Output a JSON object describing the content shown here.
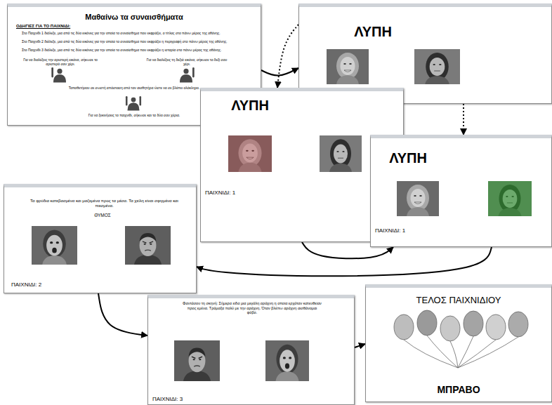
{
  "diagram": {
    "nodes": [
      {
        "text": [
          "Μαθαίνω τα συναισθήματα",
          "ΟΔΗΓΙΕΣ ΓΙΑ ΤΟ ΠΑΙΧΝΙΔΙ:",
          "Στο Παιχνίδι 1 διάλεξε, μια από τις δύο εικόνες για την οποία το συναίσθημα που εκφράζει, ο τίτλος στο πάνω μέρος της οθόνης.",
          "Στο Παιχνίδι 2 διάλεξε, μια από τις δύο εικόνες για την οποία το συναίσθημα που εκφράζει η περιγραφή στο πάνω μέρος της οθόνης.",
          "Στο Παιχνίδι 3 διάλεξε, μια από τις δύο εικόνες για την οποία το συναίσθημα που εκφράζει η ιστορία στο πάνω μέρος της οθόνης.",
          "Για να διαλέξεις την αριστερή εικόνα, σήκωσε το αριστερό σου χέρι.",
          "Για να διαλέξεις τη δεξιά εικόνα, σήκωσε το δεξί σου χέρι.",
          "Τοποθετήσου σε σωστή απόσταση από τον αισθητήρα ώστε να σε βλέπει ολόκληρο.",
          "Για να ξεκινήσεις το παιχνίδι, σήκωσε και τα δύο σου χέρια."
        ]
      },
      {
        "text": [
          "ΛΥΠΗ"
        ]
      },
      {
        "text": [
          "ΛΥΠΗ",
          "ΠΑΙΧΝΙΔΙ: 1"
        ]
      },
      {
        "text": [
          "ΛΥΠΗ",
          "ΠΑΙΧΝΙΔΙ: 1"
        ]
      },
      {
        "text": [
          "Τα φρύδια κατεβασμένα και μαζεμένα προς τα μέσα. Τα χείλη είναι σφιγμένα και πιεσμένα.",
          "ΘΥΜΟΣ",
          "ΠΑΙΧΝΙΔΙ: 2"
        ]
      },
      {
        "text": [
          "Φαντάσου τη σκηνή: Σήμερα είδα μια μεγάλη αράχνη η οποία ερχόταν κατευθείαν προς εμένα. Τρόμαξα πολύ με την αράχνη. Όταν βλέπω αράχνη αισθάνομαι φόβο.",
          "ΠΑΙΧΝΙΔΙ: 3"
        ]
      },
      {
        "text": [
          "ΤΕΛΟΣ ΠΑΙΧΝΙΔΙΟΥ",
          "ΜΠΡΑΒΟ"
        ]
      }
    ],
    "edges": [
      {
        "from": 0,
        "to": 1,
        "arrow": "to"
      },
      {
        "from": 1,
        "to": 2,
        "arrow": "to"
      },
      {
        "from": 1,
        "to": 3,
        "arrow": "to"
      },
      {
        "from": 2,
        "to": 3,
        "arrow": "to"
      },
      {
        "from": 3,
        "to": 4,
        "arrow": "to"
      },
      {
        "from": 4,
        "to": 5,
        "arrow": "to"
      },
      {
        "from": 5,
        "to": 6,
        "arrow": "to"
      }
    ]
  }
}
